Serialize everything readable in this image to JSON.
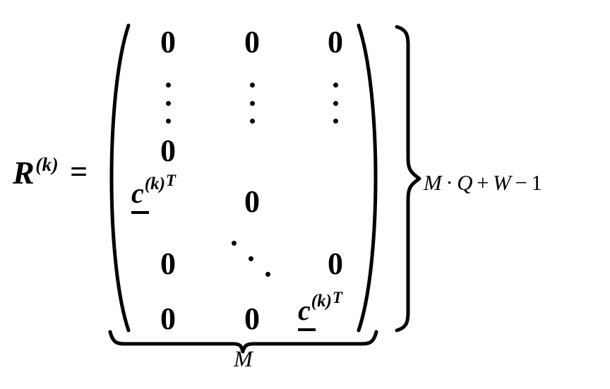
{
  "equation": {
    "lhs": {
      "symbol": "R",
      "superscript": "(k)",
      "equals": "="
    },
    "matrix": {
      "open_paren": "(",
      "close_paren": ")",
      "rows": [
        {
          "cells": [
            {
              "type": "zero",
              "text": "0"
            },
            {
              "type": "zero",
              "text": "0"
            },
            {
              "type": "zero",
              "text": "0"
            }
          ]
        },
        {
          "cells": [
            {
              "type": "vdots",
              "text": "⋮"
            },
            {
              "type": "vdots",
              "text": "⋮"
            },
            {
              "type": "vdots",
              "text": "⋮"
            }
          ]
        },
        {
          "cells": [
            {
              "type": "zero",
              "text": "0"
            },
            {
              "type": "empty",
              "text": ""
            },
            {
              "type": "empty",
              "text": ""
            }
          ]
        },
        {
          "cells": [
            {
              "type": "cvec",
              "text": "c",
              "superscript": "(k)",
              "transpose": "T"
            },
            {
              "type": "zero",
              "text": "0"
            },
            {
              "type": "empty",
              "text": ""
            }
          ]
        },
        {
          "cells": [
            {
              "type": "zero",
              "text": "0"
            },
            {
              "type": "ddots",
              "text": "⋱"
            },
            {
              "type": "zero",
              "text": "0"
            }
          ]
        },
        {
          "cells": [
            {
              "type": "zero",
              "text": "0"
            },
            {
              "type": "zero",
              "text": "0"
            },
            {
              "type": "cvec",
              "text": "c",
              "superscript": "(k)",
              "transpose": "T"
            }
          ]
        }
      ]
    },
    "underbrace": {
      "label": "M"
    },
    "right_brace": {
      "label_parts": {
        "m": "M",
        "dot": "·",
        "q": "Q",
        "plus": "+",
        "w": "W",
        "minus": "−",
        "one": "1"
      },
      "label_full": "M · Q + W − 1"
    }
  },
  "colors": {
    "ink": "#000000",
    "background": "#ffffff"
  }
}
